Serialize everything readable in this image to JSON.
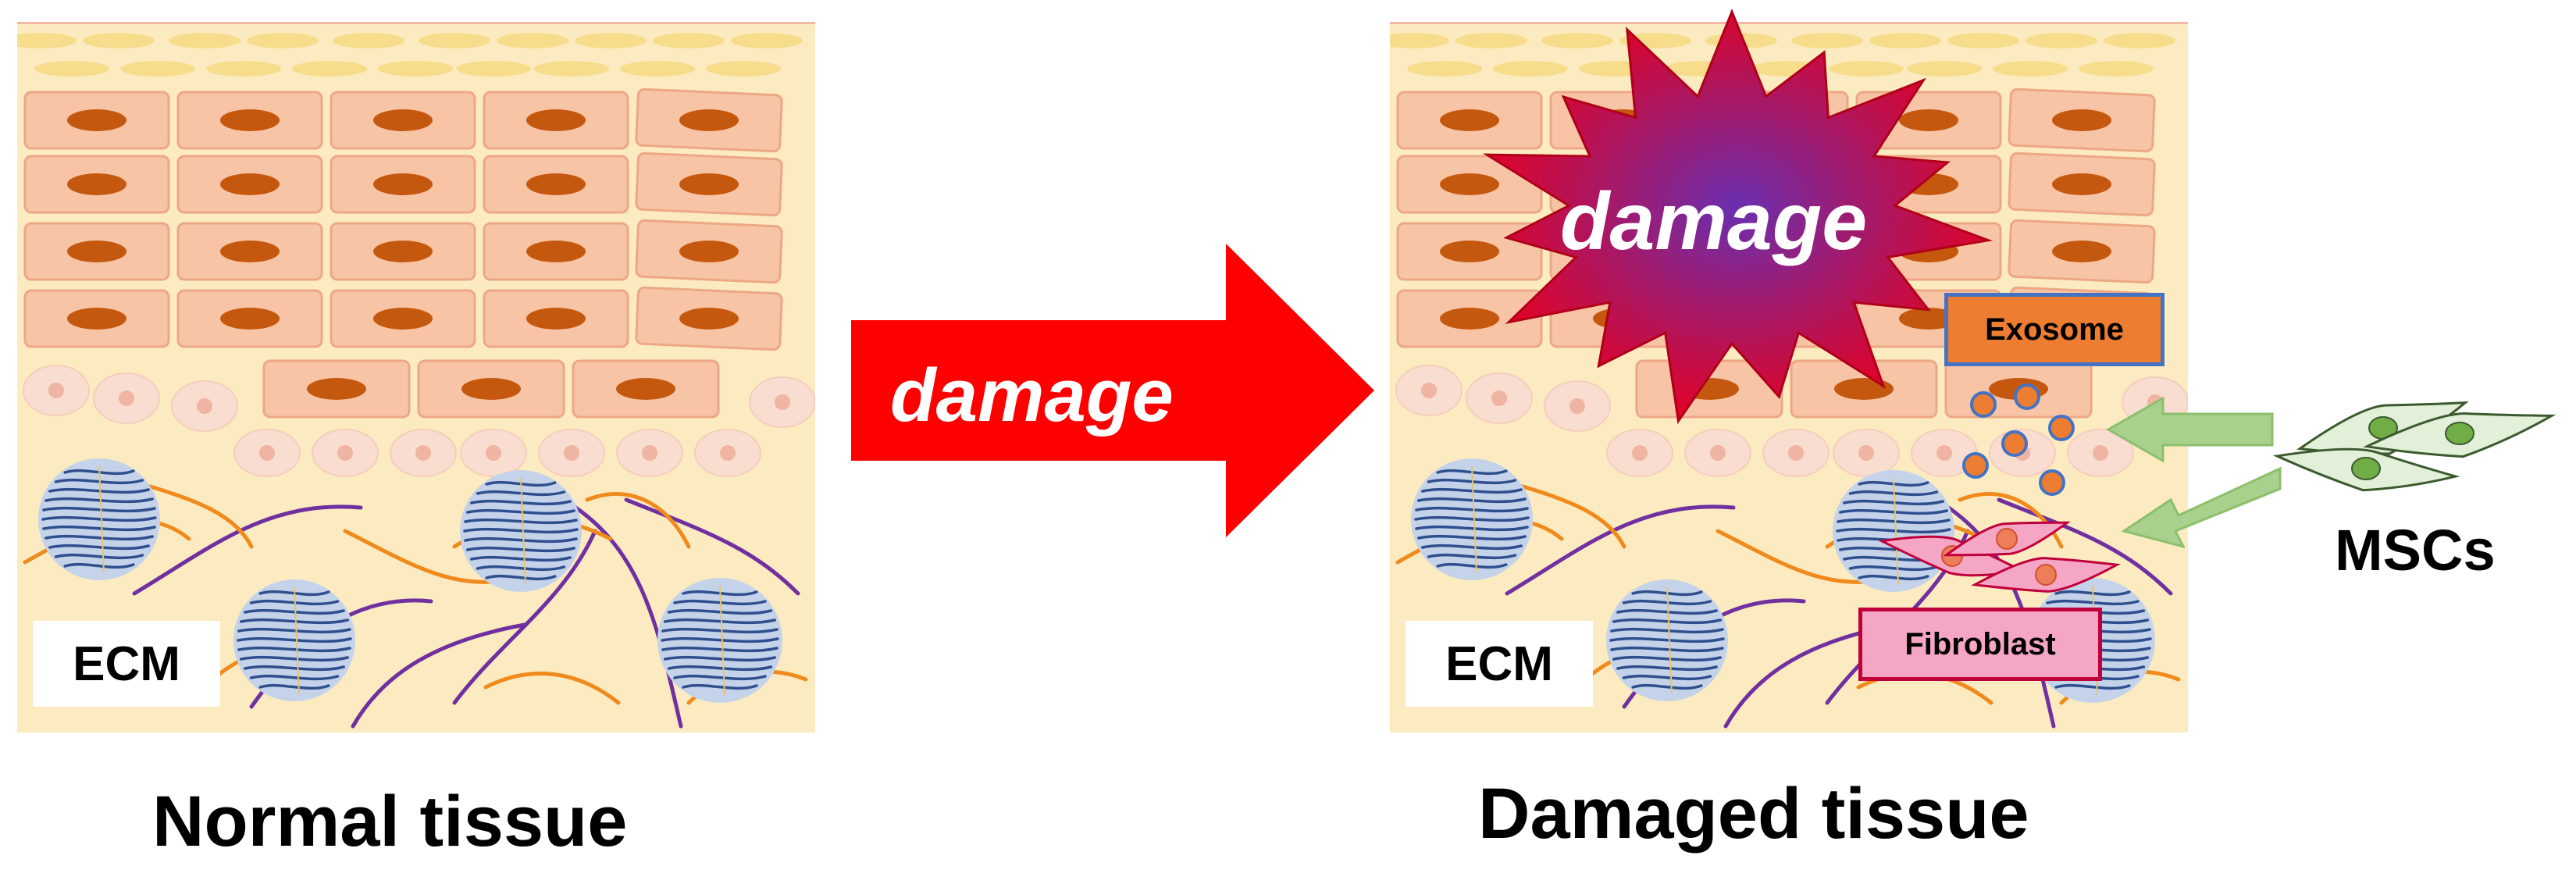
{
  "panels": {
    "normal": {
      "caption": "Normal tissue",
      "ecm_label": "ECM"
    },
    "damaged": {
      "caption": "Damaged tissue",
      "ecm_label": "ECM",
      "exosome_label": "Exosome",
      "fibroblast_label": "Fibroblast"
    }
  },
  "arrow_label": "damage",
  "burst_label": "damage",
  "msc_label": "MSCs",
  "colors": {
    "tissue_bg": "#fcebc0",
    "top_layer_line": "#f3b8a4",
    "surface_cell": "#f7dc8c",
    "epithelial_cell": "#f7c5a6",
    "epithelial_border": "#eda785",
    "nucleus": "#c5580f",
    "basal_cell": "#f8ddd0",
    "basal_nucleus": "#f0b4a2",
    "collagen_bundle": "#c5d3ea",
    "collagen_fiber": "#2f4f8e",
    "orange_fiber": "#f08a1c",
    "purple_fiber": "#7030a0",
    "arrow_red": "#ff0000",
    "burst_outer": "#e8001f",
    "burst_inner": "#7b2fa8",
    "exosome_fill": "#ed7d31",
    "exosome_border": "#4472c4",
    "fibroblast_fill": "#f4a6c4",
    "fibroblast_border": "#c0003c",
    "msc_arrow": "#a9d18e",
    "msc_cell": "#e2efd9",
    "msc_nucleus": "#70ad47"
  }
}
